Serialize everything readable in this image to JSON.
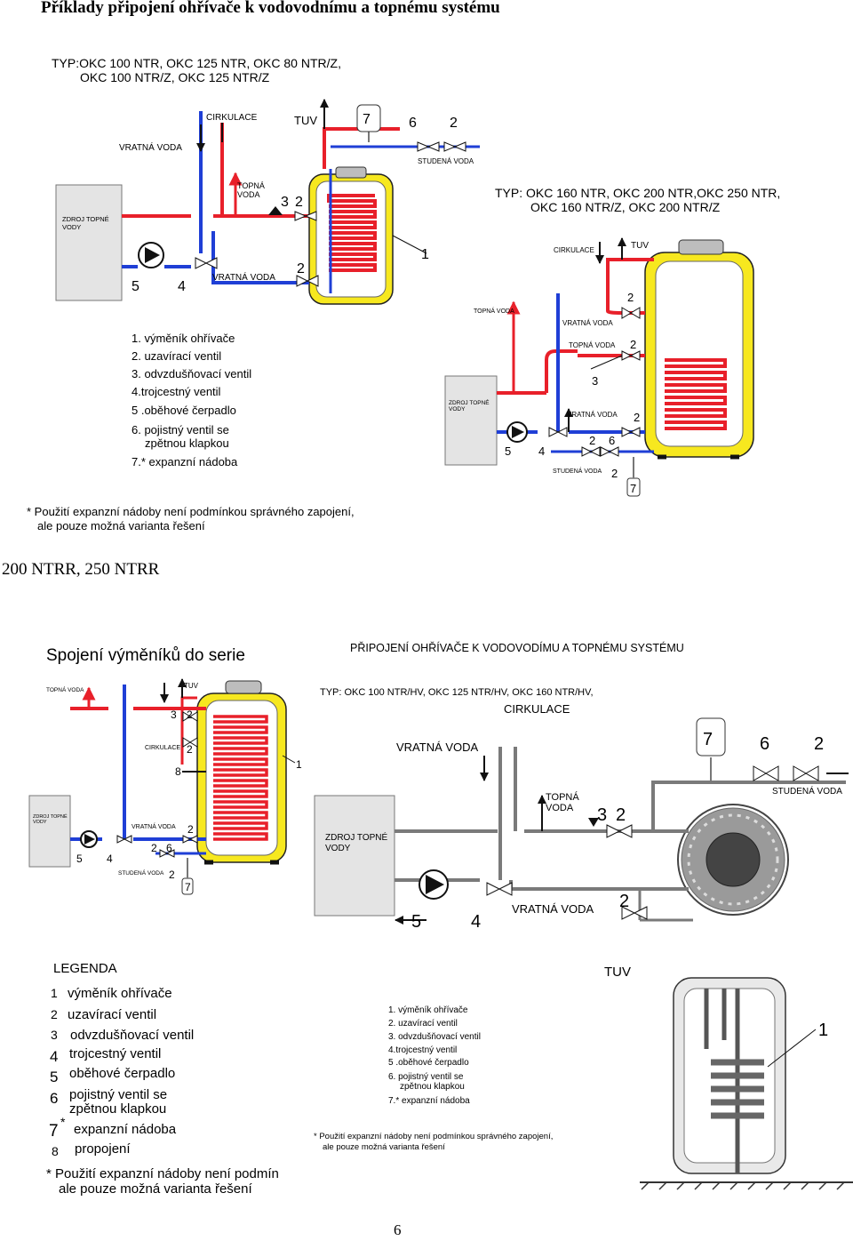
{
  "page": {
    "title": "Příklady připojení ohřívače k vodovodnímu a topnému systému",
    "section_title": "200 NTRR,  250 NTRR",
    "page_number": "6"
  },
  "diagram1": {
    "type_line1": "TYP:OKC 100 NTR, OKC 125 NTR, OKC 80 NTR/Z,",
    "type_line2": "OKC 100 NTR/Z, OKC 125 NTR/Z",
    "cirkulace": "CIRKULACE",
    "tuv": "TUV",
    "vratna_voda": "VRATNÁ VODA",
    "vratna_voda2": "VRATNÁ VODA",
    "topna1": "TOPNÁ",
    "topna2": "VODA",
    "studena_voda": "STUDENÁ VODA",
    "zdroj1": "ZDROJ TOPNÉ",
    "zdroj2": "VODY",
    "n7": "7",
    "n6": "6",
    "n2a": "2",
    "n3": "3",
    "n2b": "2",
    "n1": "1",
    "n5": "5",
    "n4": "4",
    "n2c": "2"
  },
  "legend_small": {
    "items": [
      "1. výměník ohřívače",
      "2. uzavírací ventil",
      "3. odvzdušňovací ventil",
      "4.trojcestný ventil",
      "5 .oběhové čerpadlo",
      "6. pojistný ventil se",
      "zpětnou klapkou",
      "7.* expanzní nádoba"
    ],
    "footnote1": "* Použití expanzní nádoby není podmínkou správného zapojení,",
    "footnote2": "ale pouze možná varianta řešení"
  },
  "diagram2": {
    "type_line1": "TYP: OKC 160 NTR, OKC 200 NTR,OKC 250 NTR,",
    "type_line2": "OKC 160 NTR/Z, OKC 200 NTR/Z",
    "cirkulace": "CIRKULACE",
    "tuv": "TUV",
    "topna_voda": "TOPNÁ VODA",
    "vratna_voda": "VRATNÁ VODA",
    "topna_voda2": "TOPNÁ VODA",
    "vratna_voda2": "VRATNÁ VODA",
    "studena_voda": "STUDENÁ VODA",
    "zdroj1": "ZDROJ TOPNÉ",
    "zdroj2": "VODY",
    "n2a": "2",
    "n2b": "2",
    "n3": "3",
    "n2c": "2",
    "n2d": "2",
    "n6": "6",
    "n5": "5",
    "n4": "4",
    "n2e": "2",
    "n7": "7"
  },
  "diagram3": {
    "title": "Spojení výměníků do serie",
    "topna_voda": "TOPNÁ VODA",
    "tuv": "TUV",
    "cirkulace": "CIRKULACE",
    "vratna_voda": "VRATNÁ VODA",
    "studena_voda": "STUDENÁ VODA",
    "zdroj1": "ZDROJ TOPNÉ",
    "zdroj2": "VODY",
    "n3": "3",
    "n2a": "2",
    "n2b": "2",
    "n8": "8",
    "n1": "1",
    "n2c": "2",
    "n2d": "2",
    "n6": "6",
    "n5": "5",
    "n4": "4",
    "n2e": "2",
    "n7": "7"
  },
  "diagram4": {
    "heading": "PŘIPOJENÍ OHŘÍVAČE K VODOVODÍMU A TOPNÉMU SYSTÉMU",
    "type_line": "TYP: OKC 100 NTR/HV, OKC 125 NTR/HV, OKC 160 NTR/HV,",
    "cirkulace": "CIRKULACE",
    "vratna_voda": "VRATNÁ VODA",
    "topna1": "TOPNÁ",
    "topna2": "VODA",
    "zdroj1": "ZDROJ TOPNÉ",
    "zdroj2": "VODY",
    "vratna_voda2": "VRATNÁ VODA",
    "studena_voda": "STUDENÁ VODA",
    "tuv": "TUV",
    "n7": "7",
    "n6": "6",
    "n2a": "2",
    "n3": "3",
    "n2b": "2",
    "n5": "5",
    "n4": "4",
    "n2c": "2",
    "n1": "1"
  },
  "legend_big": {
    "title": "LEGENDA",
    "items": [
      {
        "num": "1",
        "text": "výměník ohřívače"
      },
      {
        "num": "2",
        "text": "uzavírací ventil"
      },
      {
        "num": "3",
        "text": "odvzdušňovací ventil"
      },
      {
        "num": "4",
        "text": "trojcestný ventil"
      },
      {
        "num": "5",
        "text": "oběhové čerpadlo"
      },
      {
        "num": "6",
        "text": "pojistný ventil se"
      },
      {
        "num": "",
        "text": "zpětnou klapkou"
      },
      {
        "num": "7",
        "text": "expanzní nádoba"
      },
      {
        "num": "8",
        "text": "propojení"
      }
    ],
    "star": "*",
    "footnote1": "* Použití expanzní nádoby není podmín",
    "footnote2": "ale pouze možná varianta řešení"
  },
  "legend_small2": {
    "items": [
      "1. výměník ohřívače",
      "2. uzavírací ventil",
      "3. odvzdušňovací ventil",
      "4.trojcestný ventil",
      "5 .oběhové čerpadlo",
      "6. pojistný ventil se",
      "zpětnou klapkou",
      "7.* expanzní nádoba"
    ],
    "footnote1": "* Použití expanzní nádoby není podmínkou správného zapojení,",
    "footnote2": "ale pouze možná varianta řešení"
  },
  "colors": {
    "hot": "#e8202a",
    "cold": "#1f3fd6",
    "tank": "#f7e81f",
    "source": "#e4e4e4",
    "gray_pipe": "#7a7a7a"
  }
}
